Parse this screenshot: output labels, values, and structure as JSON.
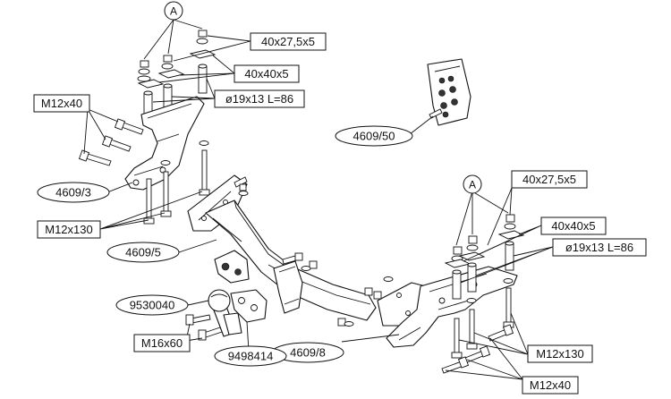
{
  "callouts": {
    "marker_a_left": "A",
    "marker_a_right": "A",
    "washer_40x27_left": "40x27,5x5",
    "washer_40x40_left": "40x40x5",
    "spacer_left": "ø19x13 L=86",
    "bolt_m12x40_left": "M12x40",
    "bracket_left": "4609/3",
    "bolt_m12x130_left": "M12x130",
    "crossbar": "4609/5",
    "kit_inset": "4609/50",
    "washer_40x27_right": "40x27,5x5",
    "washer_40x40_right": "40x40x5",
    "spacer_right": "ø19x13 L=86",
    "bolt_m12x130_right": "M12x130",
    "bolt_m12x40_right": "M12x40",
    "bracket_right": "4609/8",
    "towball": "9530040",
    "bolt_m16x60": "M16x60",
    "ball_plate": "9498414"
  }
}
